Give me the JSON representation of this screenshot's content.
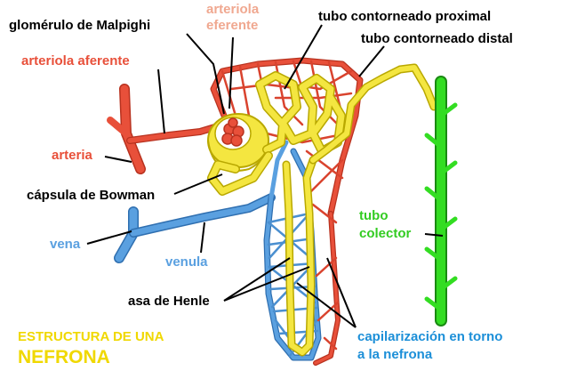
{
  "labels": {
    "glomerulo": "glomérulo de Malpighi",
    "arteriola_eferente_1": "arteriola",
    "arteriola_eferente_2": "eferente",
    "arteriola_aferente": "arteriola aferente",
    "tubo_proximal": "tubo contorneado proximal",
    "tubo_distal": "tubo contorneado distal",
    "arteria": "arteria",
    "capsula": "cápsula de Bowman",
    "tubo_colector_1": "tubo",
    "tubo_colector_2": "colector",
    "vena": "vena",
    "venula": "venula",
    "asa_henle": "asa de Henle",
    "capilarizacion_1": "capilarización en torno",
    "capilarizacion_2": "a la nefrona",
    "titulo_1": "ESTRUCTURA DE UNA",
    "titulo_2": "NEFRONA"
  },
  "colors": {
    "artery": "#e8503a",
    "artery_dark": "#b8321f",
    "efferent_text": "#f0a890",
    "vein": "#5aa0e0",
    "vein_dark": "#2f6fb0",
    "tubule": "#f4e640",
    "tubule_dark": "#b9a800",
    "collector": "#33dd22",
    "collector_dark": "#1a8a12",
    "black": "#000000",
    "title": "#f0d800",
    "capillary_text": "#1c8fd8"
  }
}
